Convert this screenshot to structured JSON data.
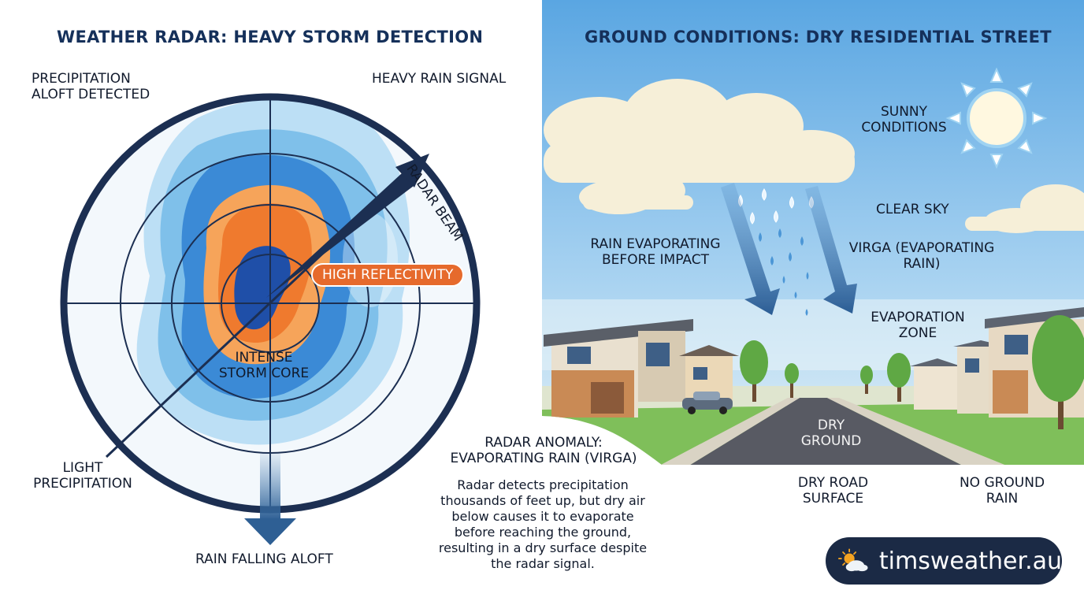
{
  "colors": {
    "radar_ring": "#1c2f52",
    "radar_bg": "#ffffff",
    "precip_light": "#bfe0f5",
    "precip_mid": "#7cc0ea",
    "precip_heavy": "#3a8ad6",
    "reflect_orange": "#f07a30",
    "core_blue": "#1f4fa8",
    "sky_top": "#6fb2e6",
    "sky_bottom": "#d6ebf7",
    "pill_orange": "#e66a2c",
    "brand_bg": "#1b2a45"
  },
  "left_panel": {
    "title": "WEATHER RADAR: HEAVY STORM DETECTION",
    "labels": {
      "precip_aloft": "PRECIPITATION ALOFT DETECTED",
      "heavy_rain_signal": "HEAVY RAIN SIGNAL",
      "radar_beam": "RADAR BEAM",
      "high_reflectivity": "HIGH REFLECTIVITY",
      "intense_core": "INTENSE STORM CORE",
      "light_precip": "LIGHT PRECIPITATION",
      "rain_falling": "RAIN FALLING ALOFT"
    }
  },
  "right_panel": {
    "title": "GROUND CONDITIONS: DRY RESIDENTIAL STREET",
    "labels": {
      "sunny": "SUNNY CONDITIONS",
      "clear_sky": "CLEAR SKY",
      "rain_evaporating": "RAIN EVAPORATING BEFORE IMPACT",
      "virga": "VIRGA (EVAPORATING RAIN)",
      "evap_zone": "EVAPORATION ZONE",
      "dry_ground": "DRY GROUND",
      "dry_road": "DRY ROAD SURFACE",
      "no_ground_rain": "NO GROUND RAIN"
    }
  },
  "callout": {
    "heading": "RADAR ANOMALY: EVAPORATING RAIN (VIRGA)",
    "body": "Radar detects precipitation thousands of feet up, but dry air below causes it to evaporate before reaching the ground, resulting in a dry surface despite the radar signal."
  },
  "brand": {
    "icon": "sun-cloud-icon",
    "text": "timsweather.au"
  }
}
